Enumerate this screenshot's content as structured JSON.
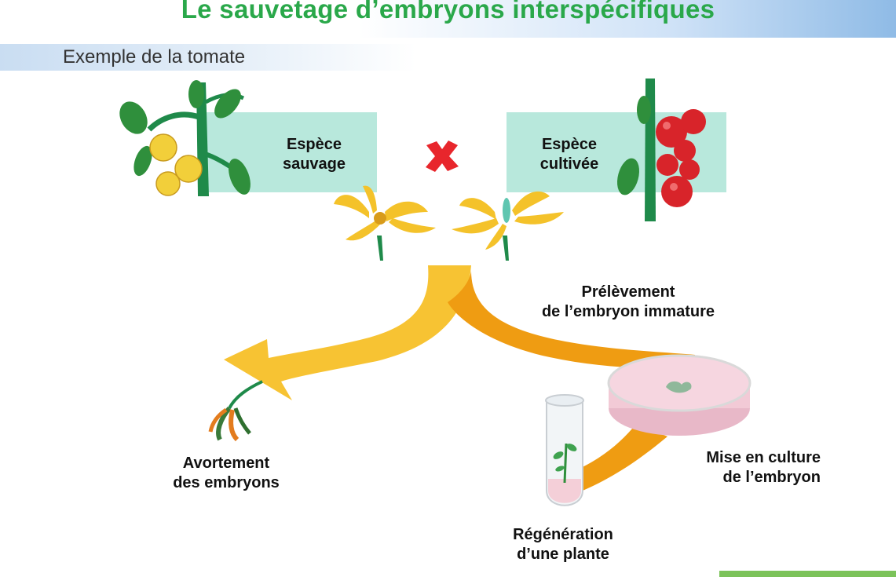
{
  "header": {
    "title": "Le sauvetage d’embryons interspécifiques",
    "subtitle": "Exemple de la tomate"
  },
  "labels": {
    "wild_line1": "Espèce",
    "wild_line2": "sauvage",
    "cultivated_line1": "Espèce",
    "cultivated_line2": "cultivée",
    "extraction_line1": "Prélèvement",
    "extraction_line2": "de l’embryon immature",
    "abortion_line1": "Avortement",
    "abortion_line2": "des embryons",
    "culture_line1": "Mise en culture",
    "culture_line2": "de l’embryon",
    "regeneration_line1": "Régénération",
    "regeneration_line2": "d’une plante"
  },
  "colors": {
    "title_green": "#2aa84a",
    "species_box": "#b8e8dc",
    "arrow_yellow": "#f7c333",
    "arrow_orange": "#ef9c12",
    "cross_red": "#e8262c",
    "tomato_red": "#d8242a",
    "wild_fruit_yellow": "#f2cf3a",
    "petri_pink": "#f6d6e0"
  },
  "icons": {
    "cross": "red-cross-icon",
    "wild_plant": "wild-tomato-plant",
    "cultivated_plant": "cultivated-tomato-plant",
    "flower": "tomato-flower",
    "petri_dish": "petri-dish",
    "test_tube": "test-tube",
    "withered_flower": "withered-flower"
  }
}
